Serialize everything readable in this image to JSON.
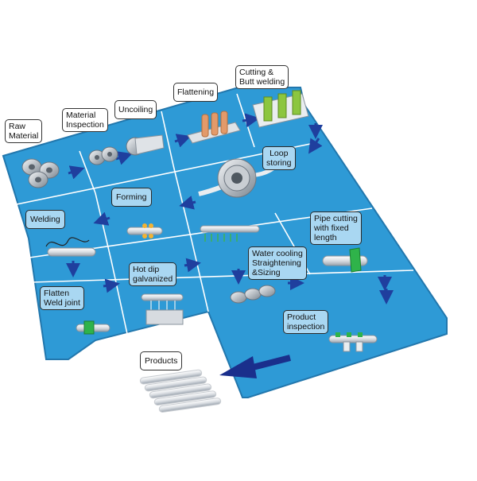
{
  "colors": {
    "board": "#2e9ad6",
    "board_edge": "#2277ad",
    "grid_line": "#ffffff",
    "arrow": "#1f3f9e",
    "products_arrow": "#1a2f8c",
    "label_white": "#ffffff",
    "label_blue": "#a9d7f2"
  },
  "steps": [
    {
      "id": "raw_material",
      "label": "Raw\nMaterial",
      "icon": "steel-coils-icon"
    },
    {
      "id": "material_inspection",
      "label": "Material\nInspection",
      "icon": "inspected-coils-icon"
    },
    {
      "id": "uncoiling",
      "label": "Uncoiling",
      "icon": "uncoiling-strip-icon"
    },
    {
      "id": "flattening",
      "label": "Flattening",
      "icon": "flattening-rollers-icon"
    },
    {
      "id": "cutting_butt_welding",
      "label": "Cutting &\nButt welding",
      "icon": "butt-welding-machine-icon"
    },
    {
      "id": "loop_storing",
      "label": "Loop\nstoring",
      "icon": "loop-accumulator-icon"
    },
    {
      "id": "forming",
      "label": "Forming",
      "icon": "forming-rolls-icon"
    },
    {
      "id": "welding",
      "label": "Welding",
      "icon": "welding-torch-icon"
    },
    {
      "id": "pipe_cutting",
      "label": "Pipe cutting\nwith fixed\nlength",
      "icon": "pipe-cutter-icon"
    },
    {
      "id": "water_cooling",
      "label": "Water cooling\nStraightening\n&Sizing",
      "icon": "water-cooling-rolls-icon"
    },
    {
      "id": "hot_dip_galvanized",
      "label": "Hot dip\ngalvanized",
      "icon": "galvanizing-bath-icon"
    },
    {
      "id": "flatten_weld_joint",
      "label": "Flatten\nWeld joint",
      "icon": "weld-joint-scraper-icon"
    },
    {
      "id": "product_inspection",
      "label": "Product\ninspection",
      "icon": "inspection-gauge-icon"
    },
    {
      "id": "products",
      "label": "Products",
      "icon": "pipe-bundle-icon"
    }
  ]
}
